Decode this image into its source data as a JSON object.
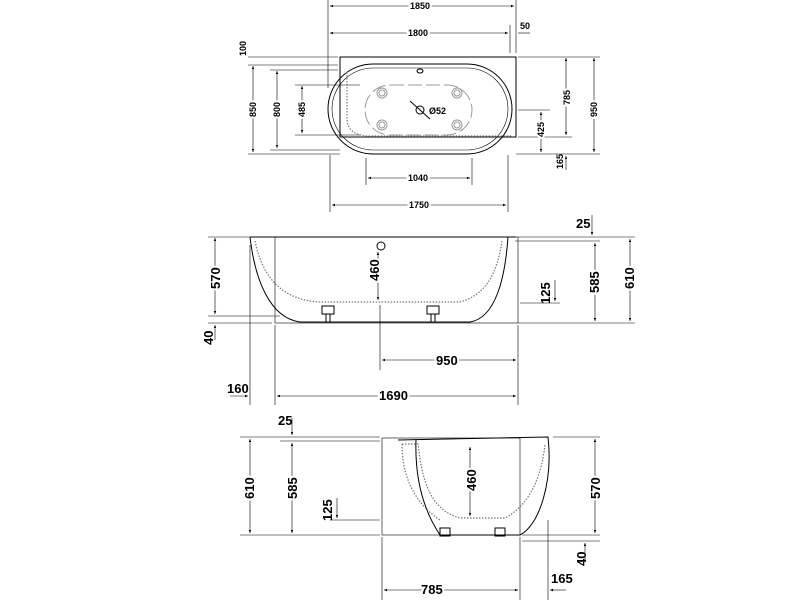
{
  "top_view": {
    "overall_length": "1850",
    "tub_length": "1800",
    "panel_offset": "50",
    "top_gap": "100",
    "overall_width": "850",
    "tub_width": "800",
    "jets_spacing_y": "485",
    "drain_diameter": "Ø52",
    "panel_depth": "785",
    "total_depth": "950",
    "drain_offset": "425",
    "front_offset": "165",
    "jets_spacing_x": "1040",
    "oval_length": "1750"
  },
  "side_view": {
    "rim_thickness": "25",
    "inner_height": "570",
    "water_depth": "460",
    "floor_height": "125",
    "rim_height": "585",
    "total_height": "610",
    "feet_height": "40",
    "drain_position": "950",
    "overhang": "160",
    "base_length": "1690"
  },
  "end_view": {
    "rim_thickness": "25",
    "total_height": "610",
    "rim_height": "585",
    "floor_height": "125",
    "water_depth": "460",
    "inner_height": "570",
    "feet_height": "40",
    "base_depth": "785",
    "overhang": "165"
  }
}
